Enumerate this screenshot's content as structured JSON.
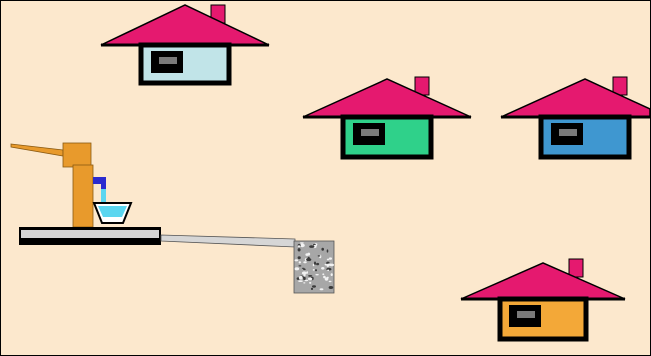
{
  "scene": {
    "background_color": "#fce8cd",
    "outline_color": "#000000",
    "roof_color": "#e5196f",
    "houses": [
      {
        "name": "house-top-left",
        "wall_color": "#c1e4e8"
      },
      {
        "name": "house-middle-green",
        "wall_color": "#2fd18a"
      },
      {
        "name": "house-middle-right-blue",
        "wall_color": "#3f97d0"
      },
      {
        "name": "house-bottom-right-orange",
        "wall_color": "#f3a838"
      }
    ],
    "hand_pump": {
      "pump_color": "#e89a2c",
      "nozzle_color": "#2b2bcf",
      "water_color": "#5bd6f0",
      "basin_color": "#ffffff",
      "platform_color": "#d6d6d6"
    },
    "drain_channel_color": "#d6d6d6",
    "soak_pit_color": "#a7a7a7"
  }
}
